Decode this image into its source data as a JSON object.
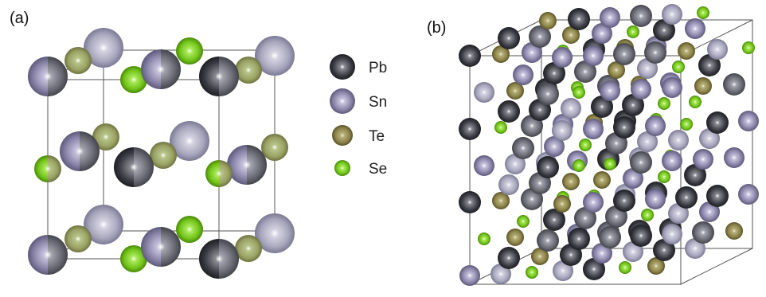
{
  "panels": {
    "a": {
      "label": "(a)"
    },
    "b": {
      "label": "(b)"
    }
  },
  "legend": [
    {
      "element": "Pb",
      "color": "#3a3a40"
    },
    {
      "element": "Sn",
      "color": "#8e89ac"
    },
    {
      "element": "Te",
      "color": "#8f874c"
    },
    {
      "element": "Se",
      "color": "#7fd21c"
    }
  ]
}
